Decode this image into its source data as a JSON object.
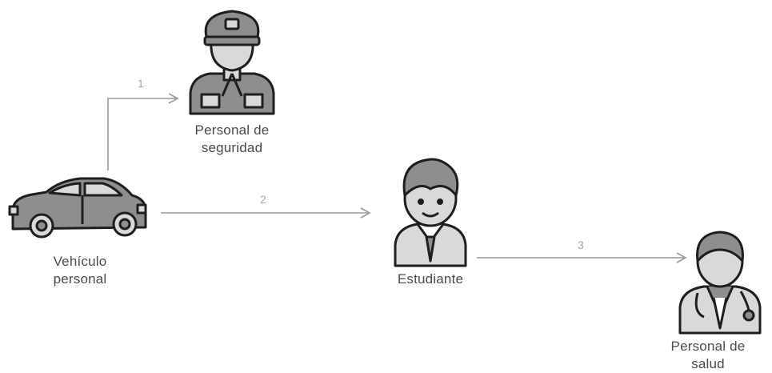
{
  "nodes": {
    "car": {
      "icon": "car-icon",
      "label_line1": "Vehículo",
      "label_line2": "personal"
    },
    "security": {
      "icon": "security-guard-icon",
      "label_line1": "Personal de",
      "label_line2": "seguridad"
    },
    "student": {
      "icon": "student-icon",
      "label_line1": "Estudiante"
    },
    "health": {
      "icon": "doctor-icon",
      "label_line1": "Personal de",
      "label_line2": "salud"
    }
  },
  "edges": [
    {
      "from": "car",
      "to": "security",
      "label": "1"
    },
    {
      "from": "car",
      "to": "student",
      "label": "2"
    },
    {
      "from": "student",
      "to": "health",
      "label": "3"
    }
  ],
  "colors": {
    "icon_fill": "#8e8e8e",
    "icon_light": "#d9d9d9",
    "icon_stroke": "#1e1e1e",
    "arrow": "#9a9a9a",
    "text": "#4a4a4a"
  }
}
